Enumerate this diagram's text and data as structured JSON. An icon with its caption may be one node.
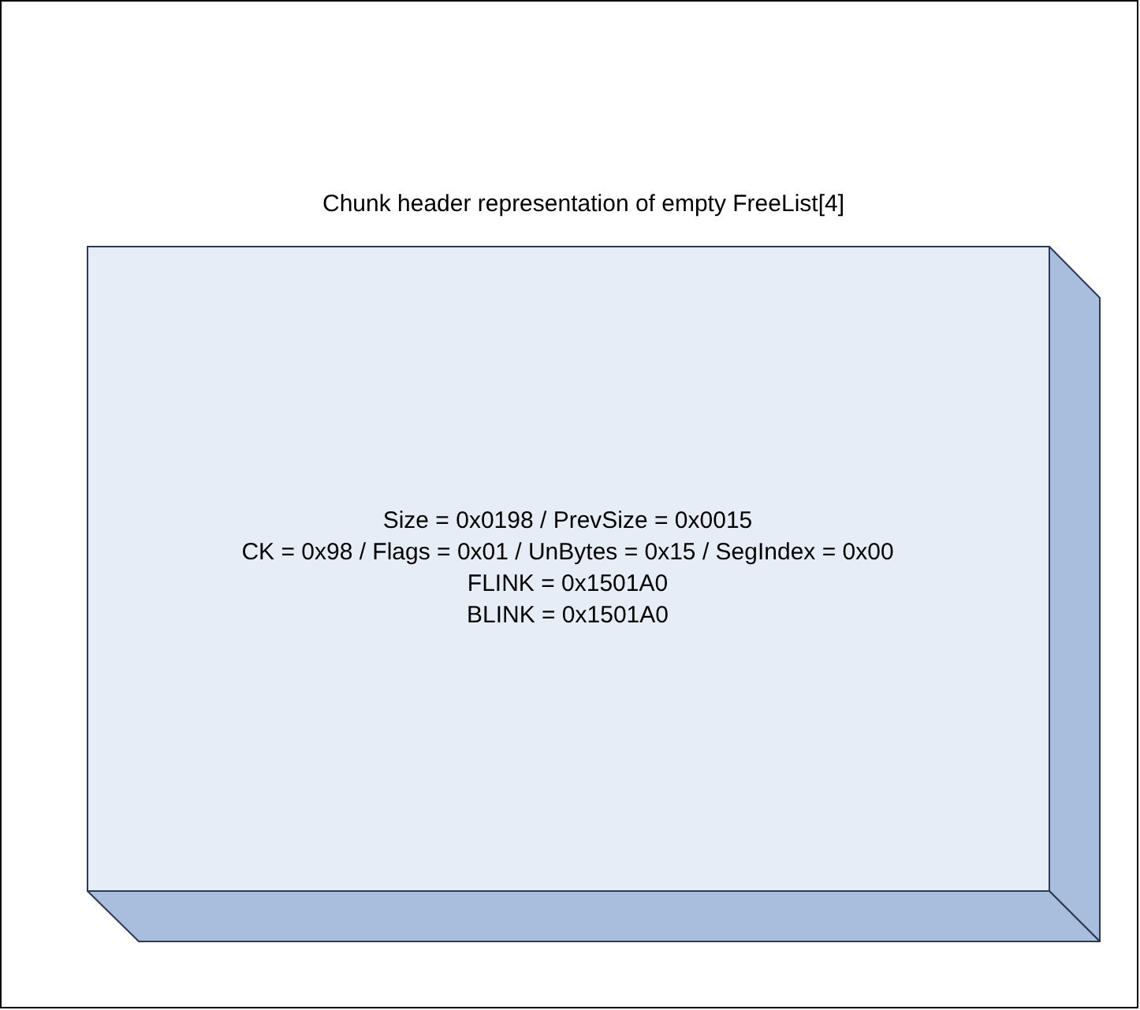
{
  "diagram": {
    "title": "Chunk header representation of empty FreeList[4]",
    "nodes": [
      {
        "text": [
          "Size = 0x0198 / PrevSize = 0x0015",
          "CK = 0x98 / Flags = 0x01 / UnBytes = 0x15 / SegIndex = 0x00",
          "FLINK = 0x1501A0",
          "BLINK = 0x1501A0"
        ]
      }
    ]
  }
}
